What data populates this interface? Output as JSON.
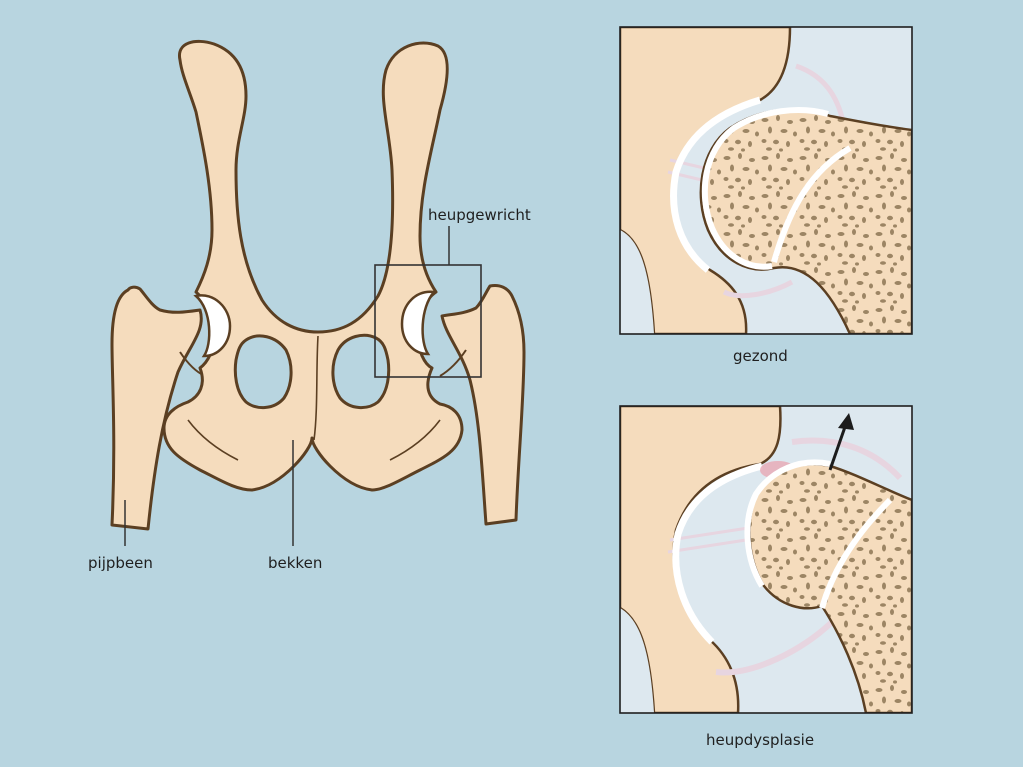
{
  "labels": {
    "hip_joint": "heupgewricht",
    "femur": "pijpbeen",
    "pelvis": "bekken",
    "healthy": "gezond",
    "dysplasia": "heupdysplasie"
  },
  "colors": {
    "background": "#b8d5e0",
    "bone": "#f5dcbd",
    "outline": "#5b3f22",
    "cartilage": "#ffffff",
    "spongy_bone_spots": "#9c8564",
    "ligament": "#e7d5e0",
    "inflammation": "#e8a7b4",
    "panel_background": "#dde8ef",
    "arrow": "#1c1c1c"
  }
}
